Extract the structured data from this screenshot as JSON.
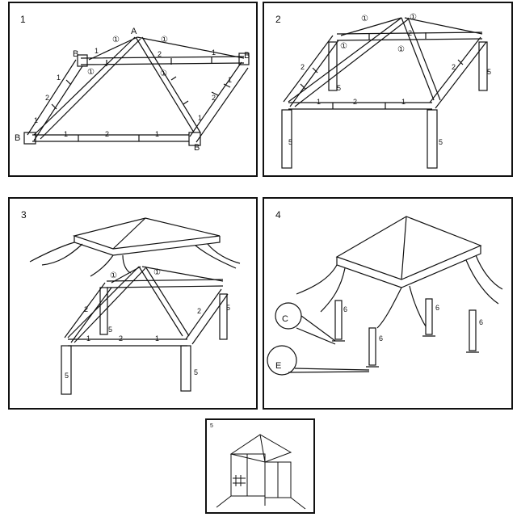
{
  "steps": [
    {
      "number": "1",
      "labels": {
        "A": "A",
        "B": "B",
        "one": "1",
        "two": "2",
        "c1": "①"
      }
    },
    {
      "number": "2",
      "labels": {
        "one": "1",
        "two": "2",
        "five": "5",
        "c1": "①"
      }
    },
    {
      "number": "3",
      "labels": {
        "one": "1",
        "two": "2",
        "five": "5",
        "c1": "①"
      }
    },
    {
      "number": "4",
      "labels": {
        "six": "6",
        "C": "C",
        "E": "E"
      }
    },
    {
      "number": "5",
      "labels": {}
    }
  ]
}
